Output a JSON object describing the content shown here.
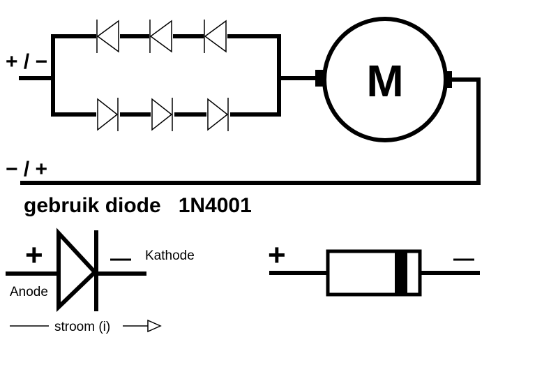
{
  "circuit": {
    "input_top_label": "+ / −",
    "input_bottom_label": "− / +",
    "motor_label": "M"
  },
  "note": {
    "text": "gebruik diode   1N4001"
  },
  "legend_symbol": {
    "plus": "+",
    "minus": "—",
    "anode": "Anode",
    "kathode": "Kathode",
    "current": "stroom (i)"
  },
  "legend_package": {
    "plus": "+",
    "minus": "—"
  }
}
